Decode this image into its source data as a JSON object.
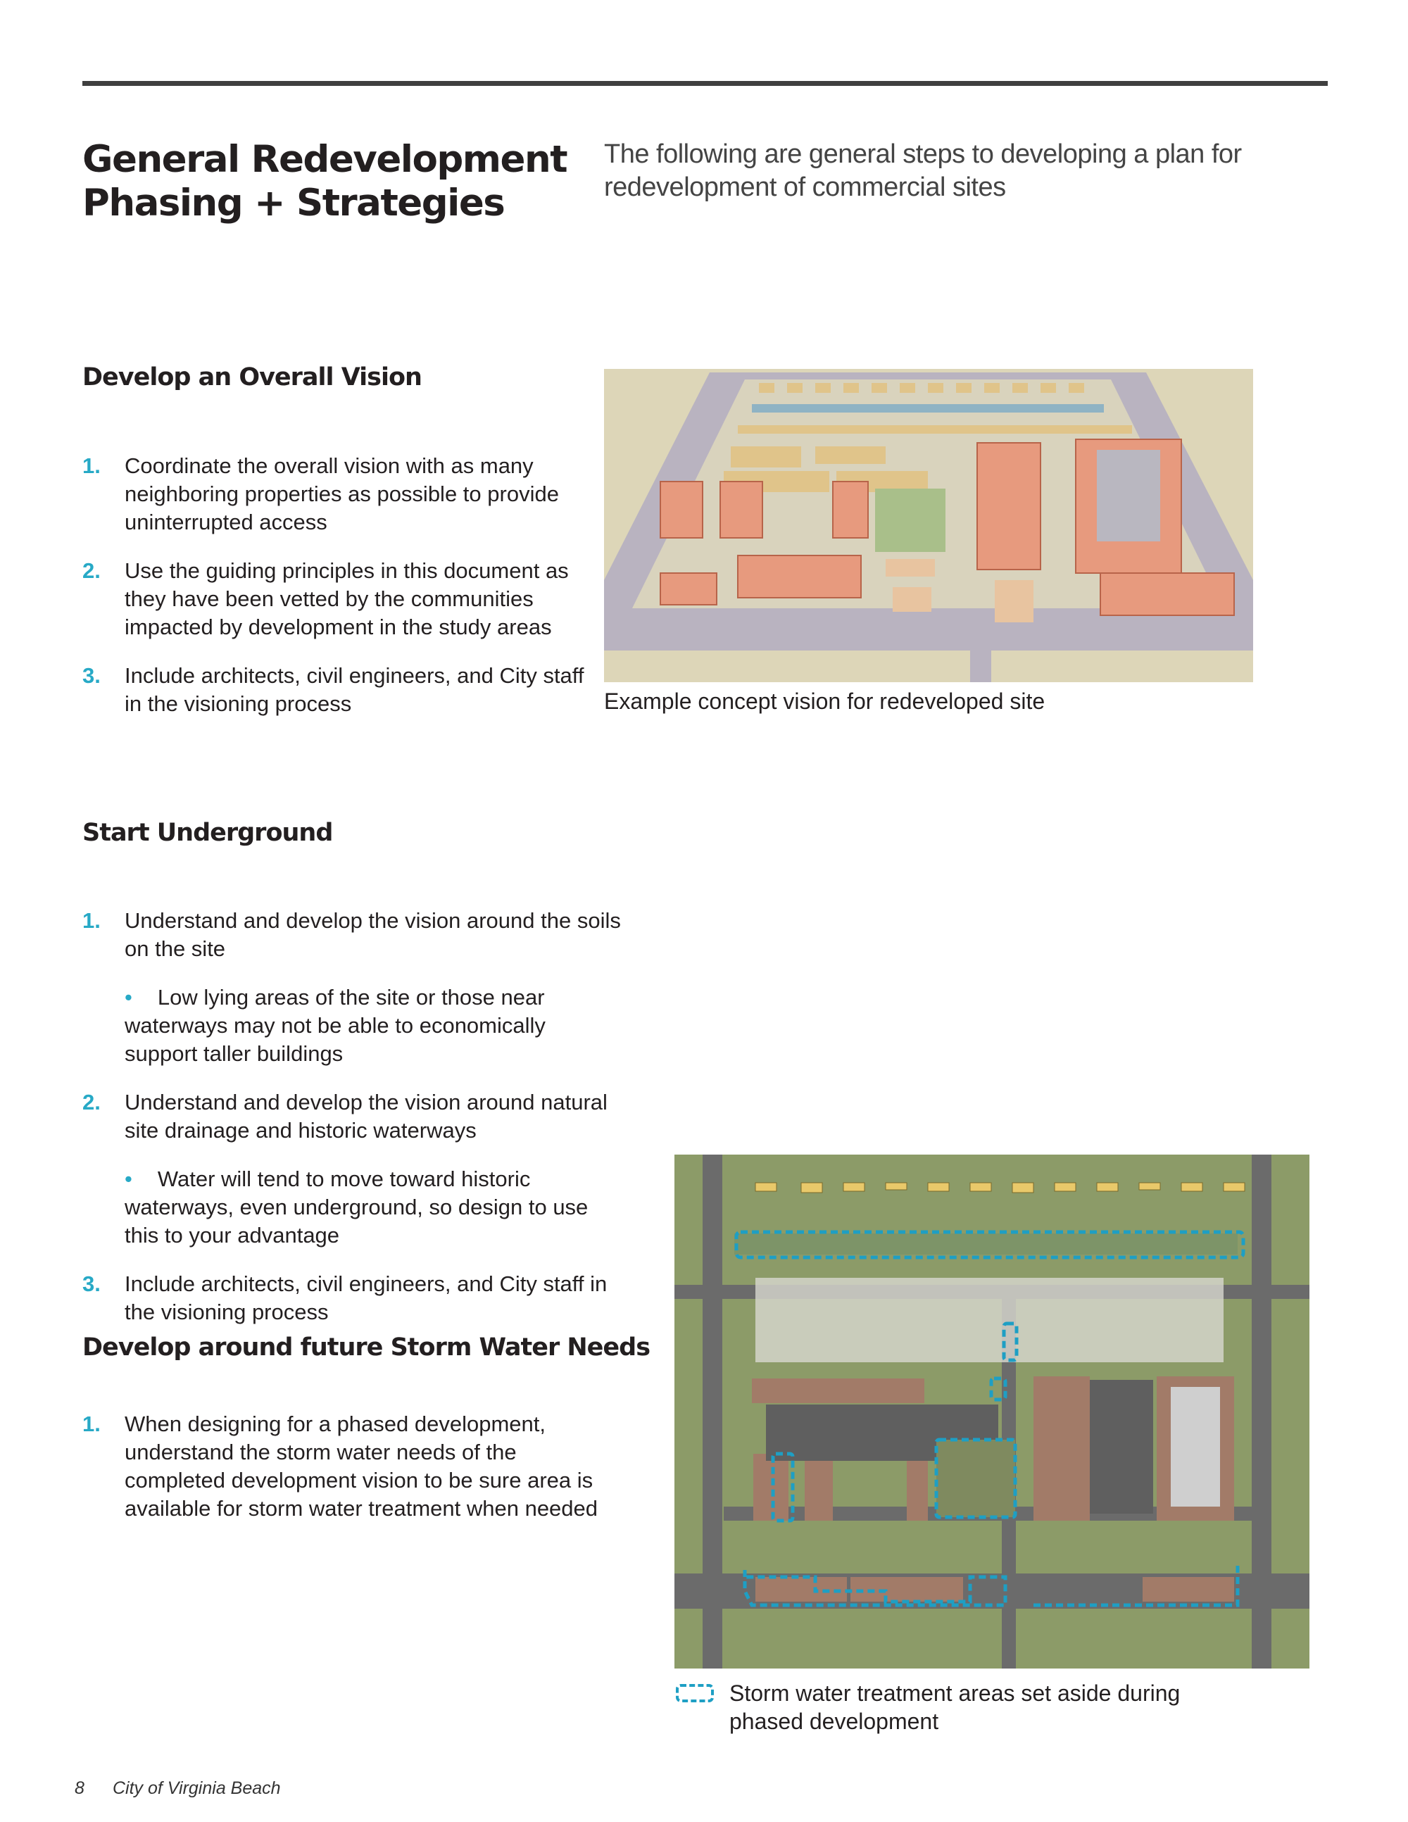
{
  "header": {
    "title_line1": "General Redevelopment",
    "title_line2": "Phasing + Strategies",
    "intro": "The following are general steps to developing a plan for redevelopment of commercial sites"
  },
  "section1": {
    "heading": "Develop an Overall Vision",
    "items": [
      {
        "num": "1.",
        "text": "Coordinate the overall vision with as many neighboring properties as possible to provide uninterrupted access"
      },
      {
        "num": "2.",
        "text": "Use the guiding principles in this document as they have been vetted by the communities impacted by development in the study areas"
      },
      {
        "num": "3.",
        "text": "Include architects, civil engineers, and City staff in the visioning process"
      }
    ],
    "figure_caption": "Example concept vision for redeveloped site"
  },
  "section2": {
    "heading": "Start Underground",
    "items": [
      {
        "num": "1.",
        "text": "Understand and develop the vision around the soils on the site",
        "sub": "Low lying areas of the site or those near waterways may not be able to economically support taller buildings"
      },
      {
        "num": "2.",
        "text": "Understand and develop the vision around natural site drainage and historic waterways",
        "sub": "Water will tend to move toward historic waterways, even underground, so design to use this to your advantage"
      },
      {
        "num": "3.",
        "text": "Include architects, civil engineers, and City staff in the visioning process"
      }
    ]
  },
  "section3": {
    "heading": "Develop around future Storm Water Needs",
    "items": [
      {
        "num": "1.",
        "text": "When designing for a phased development, understand the storm water needs of the completed development vision to be sure area is available for storm water treatment when needed"
      }
    ],
    "legend_line1": "Storm water treatment areas set aside during",
    "legend_line2": "phased development"
  },
  "footer": {
    "page_number": "8",
    "publication": "City of Virginia Beach"
  },
  "colors": {
    "accent": "#27a9c6",
    "rule": "#3f3f3f",
    "stormwater": "#1e9fc4"
  }
}
